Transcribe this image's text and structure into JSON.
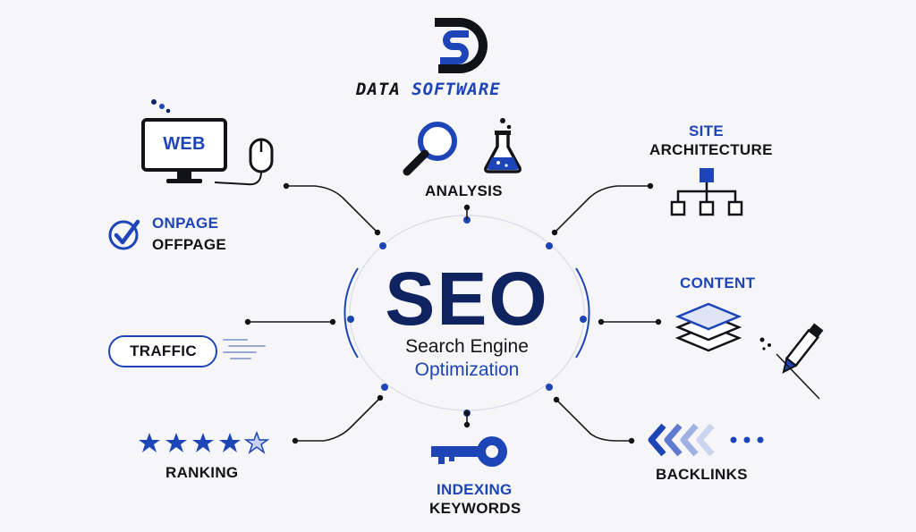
{
  "brand": {
    "logo_letters": "DS",
    "name_part1": "DATA",
    "name_part2": "SOFTWARE"
  },
  "center": {
    "title": "SEO",
    "subtitle_line1": "Search Engine",
    "subtitle_line2": "Optimization"
  },
  "nodes": {
    "web": {
      "label": "WEB"
    },
    "onpage": {
      "label": "ONPAGE"
    },
    "offpage": {
      "label": "OFFPAGE"
    },
    "traffic": {
      "label": "TRAFFIC"
    },
    "ranking": {
      "label": "RANKING",
      "stars_filled": 4,
      "stars_total": 5
    },
    "analysis": {
      "label": "ANALYSIS"
    },
    "indexing": {
      "label": "INDEXING"
    },
    "keywords": {
      "label": "KEYWORDS"
    },
    "site_architecture": {
      "label_line1": "SITE",
      "label_line2": "ARCHITECTURE"
    },
    "content": {
      "label": "CONTENT"
    },
    "backlinks": {
      "label": "BACKLINKS"
    }
  },
  "colors": {
    "accent_blue": "#1e45b7",
    "dark_navy": "#0f2361",
    "text_dark": "#111318",
    "background": "#f6f6f9"
  }
}
